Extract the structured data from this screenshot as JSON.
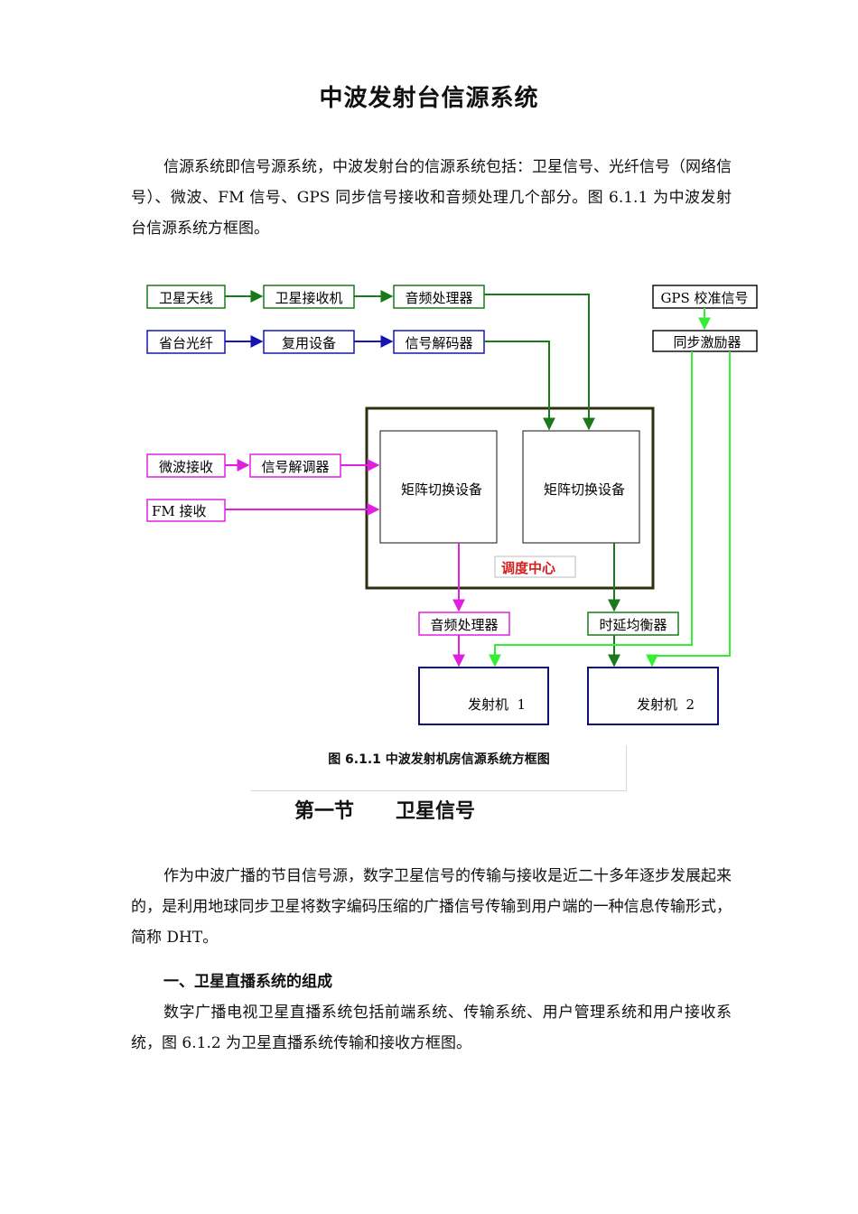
{
  "document": {
    "title": "中波发射台信源系统",
    "intro": "信源系统即信号源系统，中波发射台的信源系统包括：卫星信号、光纤信号（网络信号）、微波、FM 信号、GPS 同步信号接收和音频处理几个部分。图 6.1.1 为中波发射台信源系统方框图。",
    "figure_caption": "图 6.1.1 中波发射机房信源系统方框图",
    "section_title": "第一节      卫星信号",
    "section_para": "作为中波广播的节目信号源，数字卫星信号的传输与接收是近二十多年逐步发展起来的，是利用地球同步卫星将数字编码压缩的广播信号传输到用户端的一种信息传输形式，简称 DHT。",
    "subheading": "一、卫星直播系统的组成",
    "sub_para": "数字广播电视卫星直播系统包括前端系统、传输系统、用户管理系统和用户接收系统，图 6.1.2 为卫星直播系统传输和接收方框图。"
  },
  "diagram": {
    "colors": {
      "satellite": "#1a7a1a",
      "fiber": "#1515b4",
      "microwave": "#e020e0",
      "gps": "#33ee33",
      "center_border": "#2f2f10",
      "center_label": "#d42020",
      "transmitter_border": "#10106e"
    },
    "nodes": {
      "sat_antenna": "卫星天线",
      "sat_receiver": "卫星接收机",
      "audio_proc_top": "音频处理器",
      "gps_ref": "GPS 校准信号",
      "fiber": "省台光纤",
      "mux": "复用设备",
      "decoder": "信号解码器",
      "sync_exciter": "同步激励器",
      "microwave": "微波接收",
      "demod": "信号解调器",
      "fm": "FM 接收",
      "matrix_left": "矩阵切换设备",
      "matrix_right": "矩阵切换设备",
      "dispatch_center": "调度中心",
      "audio_proc_bottom": "音频处理器",
      "delay_eq": "时延均衡器",
      "tx1": "发射机  1",
      "tx2": "发射机  2"
    }
  }
}
